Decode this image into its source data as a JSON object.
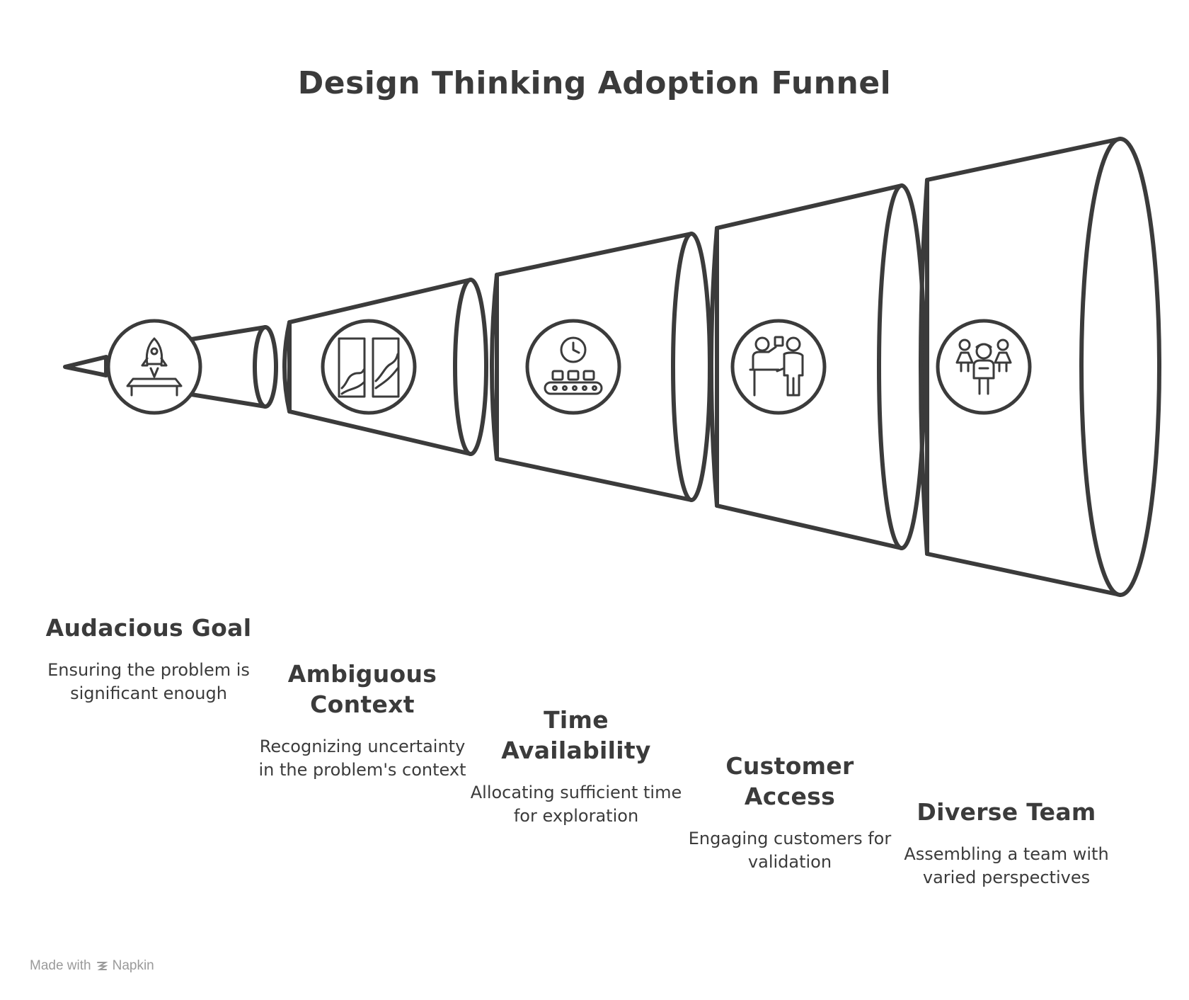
{
  "title": "Design Thinking Adoption Funnel",
  "stages": [
    {
      "title": "Audacious Goal",
      "description": "Ensuring the problem is significant enough",
      "icon": "rocket-icon"
    },
    {
      "title": "Ambiguous Context",
      "description": "Recognizing uncertainty in the problem's context",
      "icon": "window-landscape-icon"
    },
    {
      "title": "Time Availability",
      "description": "Allocating sufficient time for exploration",
      "icon": "clock-conveyor-icon"
    },
    {
      "title": "Customer Access",
      "description": "Engaging customers for validation",
      "icon": "customer-presentation-icon"
    },
    {
      "title": "Diverse Team",
      "description": "Assembling a team with varied perspectives",
      "icon": "team-icon"
    }
  ],
  "credit": {
    "prefix": "Made with",
    "brand": "Napkin"
  },
  "colors": {
    "stroke": "#3b3b3b",
    "background": "#ffffff",
    "credit": "#9a9a9a"
  }
}
